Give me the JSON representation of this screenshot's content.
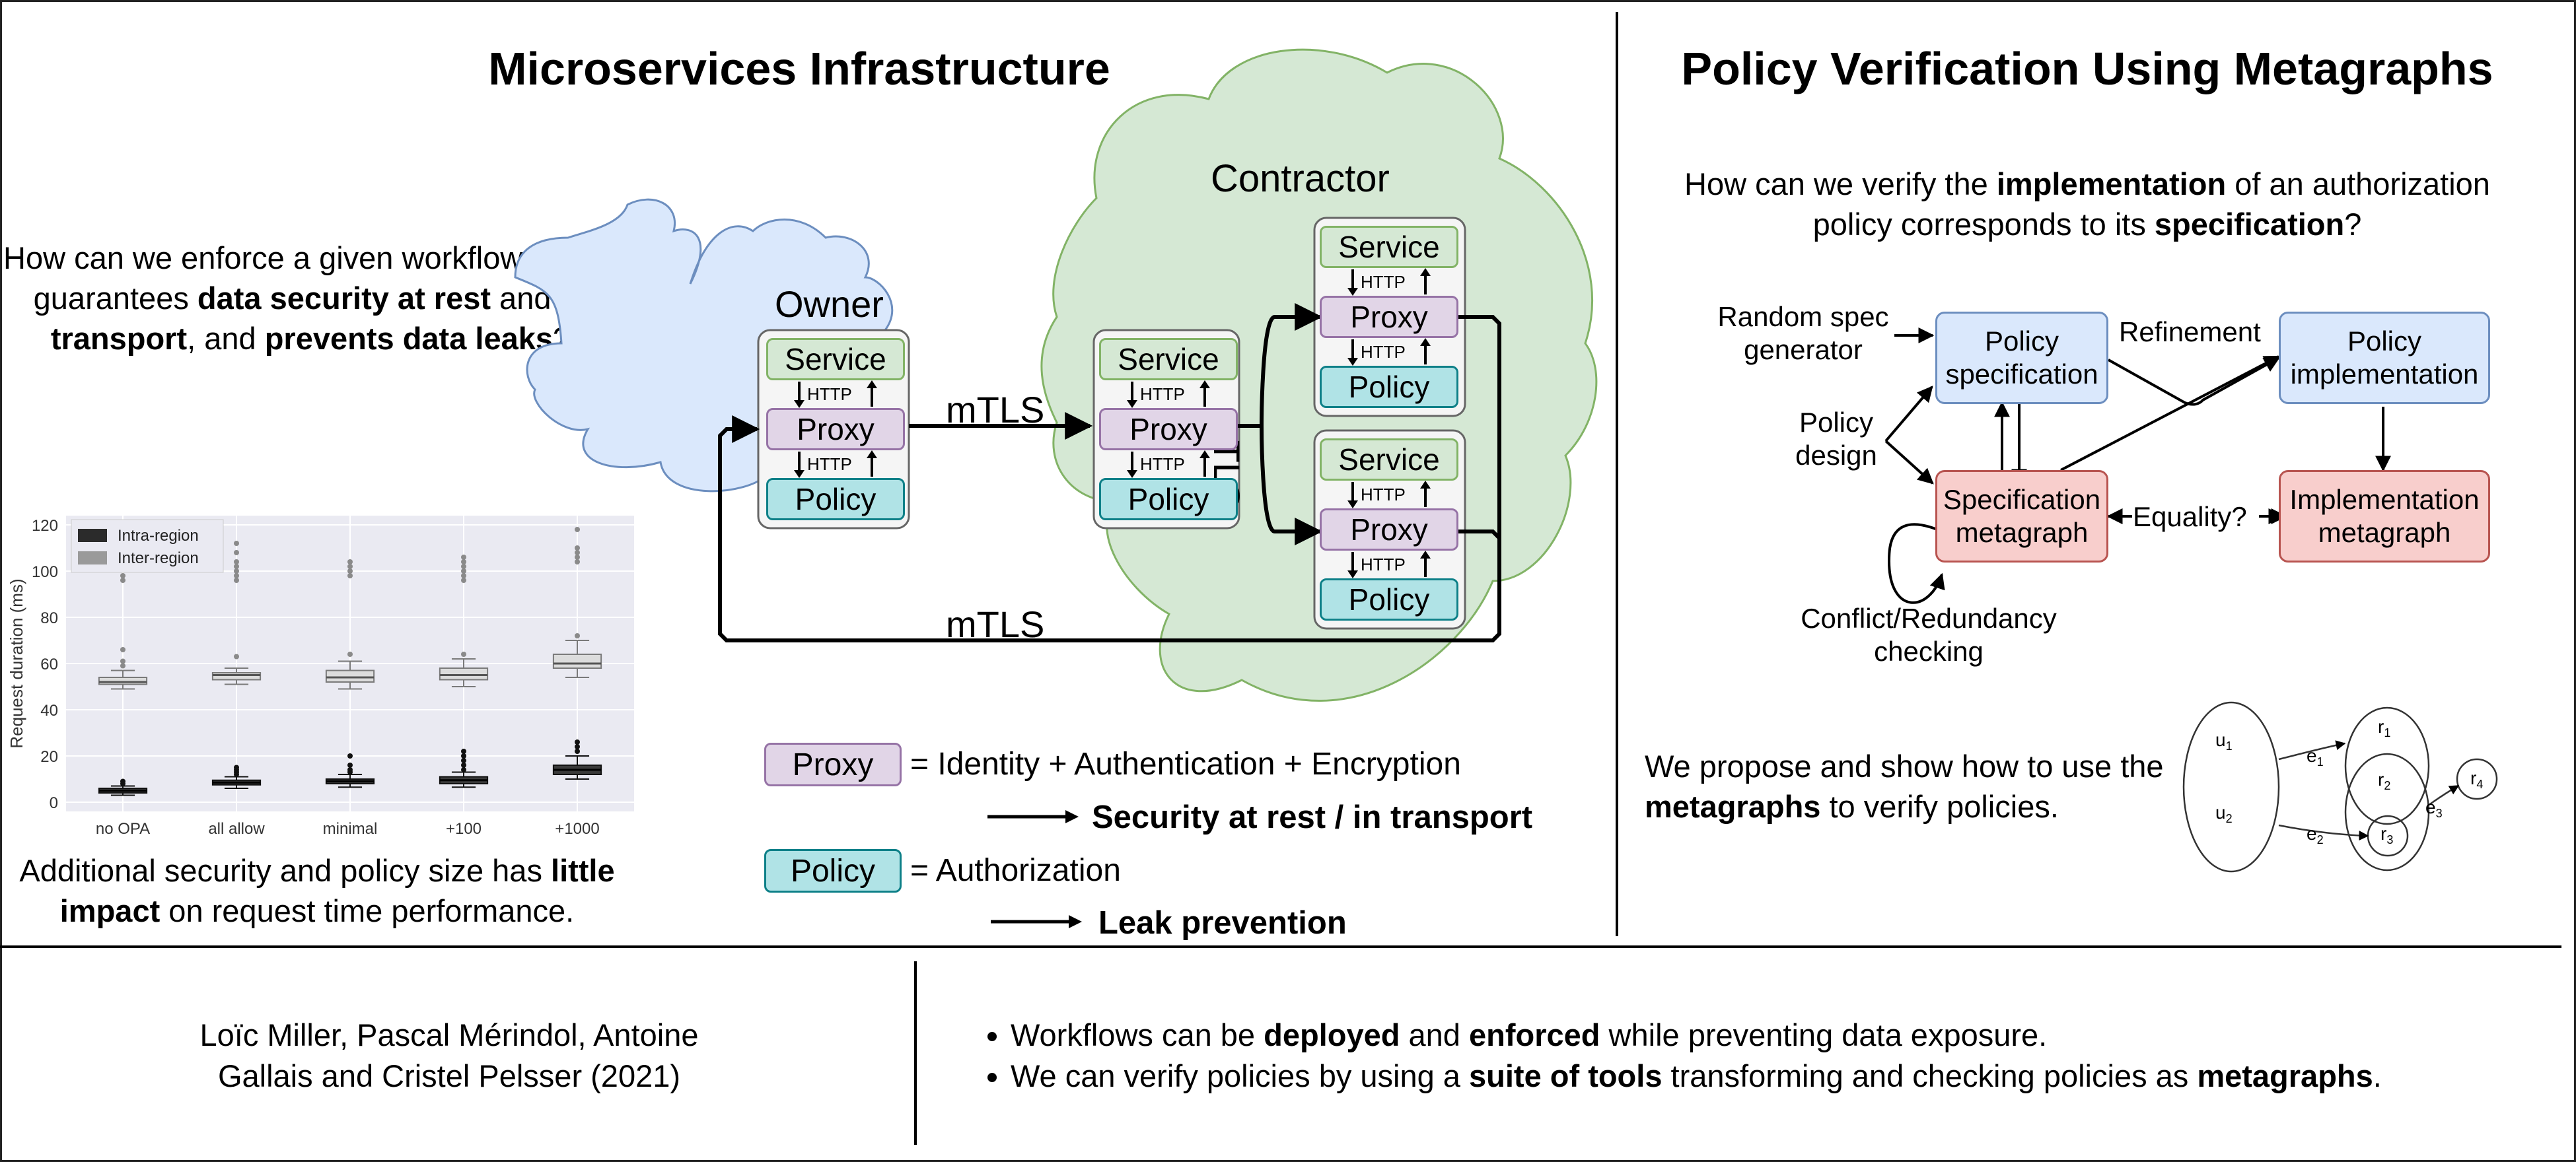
{
  "left": {
    "title": "Microservices Infrastructure",
    "question": [
      "How can we enforce a given workflow, which guarantees ",
      "data security at rest",
      " and ",
      "in transport",
      ", and ",
      "prevents data leaks",
      "?"
    ],
    "caption": [
      "Additional security and policy size has ",
      "little impact",
      " on request time performance."
    ],
    "owner_label": "Owner",
    "contractor_label": "Contractor",
    "service": "Service",
    "proxy": "Proxy",
    "policy": "Policy",
    "http": "HTTP",
    "mtls": "mTLS",
    "legend": {
      "proxy_box": "Proxy",
      "proxy_eq": "= Identity + Authentication + Encryption",
      "proxy_result": "Security at rest / in transport",
      "policy_box": "Policy",
      "policy_eq": "= Authorization",
      "policy_result": "Leak prevention"
    },
    "colors": {
      "owner_cloud": "#dae8fc",
      "contractor_cloud": "#d5e8d4",
      "service": "#d5e8d4",
      "proxy": "#e1d5e7",
      "policy": "#b0e3e6"
    }
  },
  "chart_data": {
    "type": "box",
    "ylabel": "Request duration (ms)",
    "xlabel": "",
    "ylim": [
      0,
      120
    ],
    "yticks": [
      0,
      20,
      40,
      60,
      80,
      100,
      120
    ],
    "grid": true,
    "legend_position": "top-left",
    "categories": [
      "no OPA",
      "all allow",
      "minimal",
      "+100",
      "+1000"
    ],
    "series": [
      {
        "name": "Intra-region",
        "color": "#2b2b2b",
        "boxes": [
          {
            "q1": 4,
            "median": 5,
            "q3": 6,
            "whislo": 3,
            "whishi": 7,
            "fliers": [
              8,
              9
            ]
          },
          {
            "q1": 7.5,
            "median": 8.5,
            "q3": 9.5,
            "whislo": 6,
            "whishi": 11,
            "fliers": [
              12,
              13,
              14,
              15
            ]
          },
          {
            "q1": 8,
            "median": 9,
            "q3": 10,
            "whislo": 6.5,
            "whishi": 12,
            "fliers": [
              13,
              14,
              16,
              20
            ]
          },
          {
            "q1": 8,
            "median": 9.5,
            "q3": 11,
            "whislo": 6.5,
            "whishi": 13,
            "fliers": [
              14,
              16,
              18,
              20,
              22
            ]
          },
          {
            "q1": 12,
            "median": 14,
            "q3": 16,
            "whislo": 10,
            "whishi": 20,
            "fliers": [
              22,
              24,
              26
            ]
          }
        ]
      },
      {
        "name": "Inter-region",
        "color": "#9a9a9a",
        "boxes": [
          {
            "q1": 51,
            "median": 52,
            "q3": 54,
            "whislo": 49,
            "whishi": 57,
            "fliers": [
              59,
              61,
              66,
              96,
              98
            ]
          },
          {
            "q1": 53,
            "median": 55,
            "q3": 56,
            "whislo": 51,
            "whishi": 58,
            "fliers": [
              63,
              96,
              98,
              100,
              102,
              104,
              108,
              112
            ]
          },
          {
            "q1": 52,
            "median": 54,
            "q3": 57,
            "whislo": 49,
            "whishi": 61,
            "fliers": [
              64,
              98,
              100,
              102,
              104
            ]
          },
          {
            "q1": 53,
            "median": 55,
            "q3": 58,
            "whislo": 50,
            "whishi": 62,
            "fliers": [
              64,
              96,
              98,
              100,
              102,
              104,
              106
            ]
          },
          {
            "q1": 58,
            "median": 60,
            "q3": 64,
            "whislo": 54,
            "whishi": 70,
            "fliers": [
              72,
              104,
              106,
              108,
              110,
              118
            ]
          }
        ]
      }
    ]
  },
  "right": {
    "title": "Policy Verification Using Metagraphs",
    "question": [
      "How can we verify the ",
      "implementation",
      " of an authorization policy corresponds to its ",
      "specification",
      "?"
    ],
    "nodes": {
      "policy_spec": "Policy specification",
      "policy_impl": "Policy implementation",
      "spec_meta": "Specification metagraph",
      "impl_meta": "Implementation metagraph"
    },
    "labels": {
      "random_spec": "Random spec generator",
      "policy_design": "Policy design",
      "refinement": "Refinement",
      "equality": "Equality?",
      "conflict": "Conflict/Redundancy checking"
    },
    "proposal": [
      "We propose and show how to use the ",
      "metagraphs",
      " to verify policies."
    ],
    "metagraph": {
      "u1": "u1",
      "u2": "u2",
      "r1": "r1",
      "r2": "r2",
      "r3": "r3",
      "r4": "r4",
      "e1": "e1",
      "e2": "e2",
      "e3": "e3"
    }
  },
  "footer": {
    "authors": "Loïc Miller, Pascal Mérindol, Antoine Gallais and Cristel Pelsser (2021)",
    "bullets": [
      [
        "Workflows can be ",
        "deployed",
        " and ",
        "enforced",
        " while preventing data exposure."
      ],
      [
        "We can verify policies by using a ",
        "suite of tools",
        " transforming and checking policies as ",
        "metagraphs",
        "."
      ]
    ]
  }
}
